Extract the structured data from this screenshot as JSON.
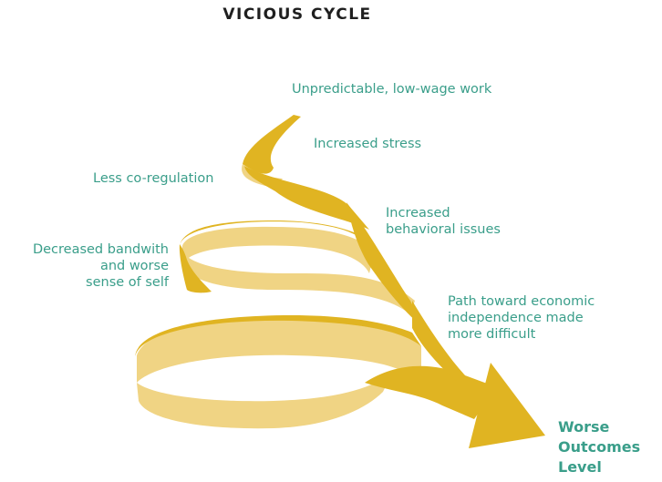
{
  "title": "VICIOUS CYCLE",
  "labels": {
    "unpredictable_work": "Unpredictable, low-wage work",
    "increased_stress": "Increased stress",
    "less_coregulation": "Less co-regulation",
    "behavioral_issues": [
      "Increased",
      "behavioral issues"
    ],
    "decreased_bandwidth": [
      "Decreased bandwith",
      "and worse",
      "sense of self"
    ],
    "path_economic": [
      "Path toward economic",
      "independence made",
      "more difficult"
    ]
  },
  "outcome": [
    "Worse",
    "Outcomes",
    "Level"
  ],
  "colors": {
    "label_teal": "#3a9e8a",
    "ribbon_dark": "#e0b422",
    "ribbon_light": "#f0d484",
    "title": "#1f1f1f"
  }
}
